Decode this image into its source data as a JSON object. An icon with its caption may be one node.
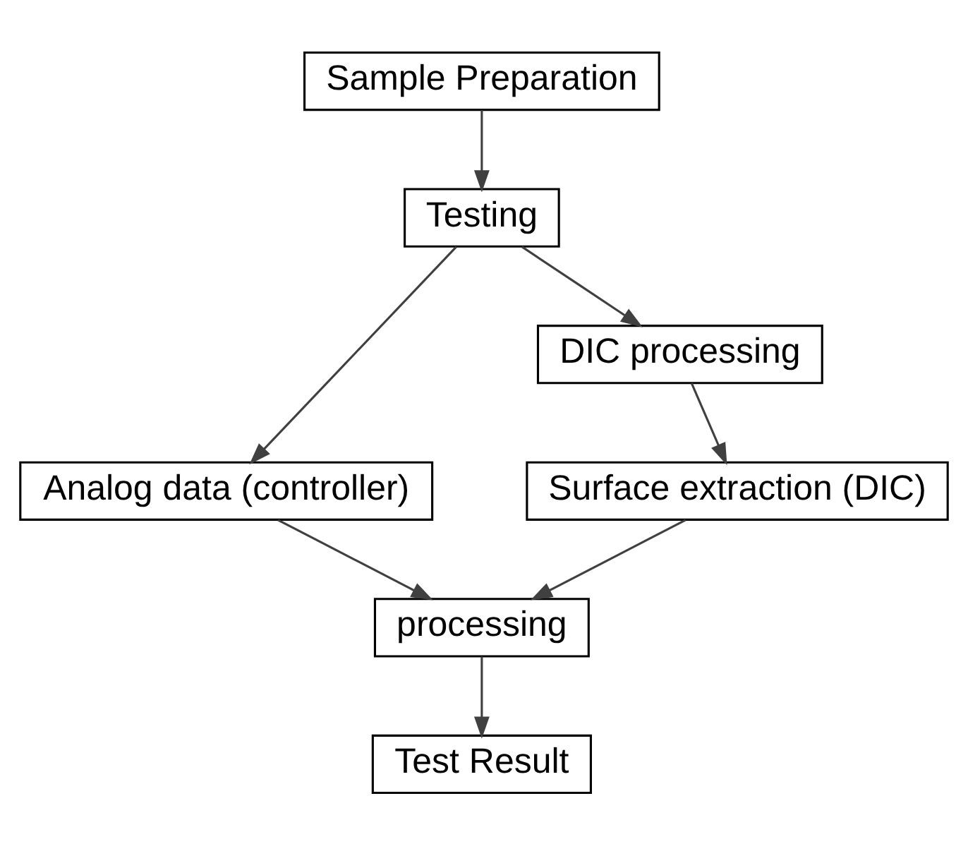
{
  "diagram": {
    "nodes": [
      {
        "text": [
          "Sample Preparation"
        ]
      },
      {
        "text": [
          "Testing"
        ]
      },
      {
        "text": [
          "Analog data (controller)"
        ]
      },
      {
        "text": [
          "DIC processing"
        ]
      },
      {
        "text": [
          "Surface extraction (DIC)"
        ]
      },
      {
        "text": [
          "processing"
        ]
      },
      {
        "text": [
          "Test Result"
        ]
      }
    ],
    "edges": [
      {
        "from": 0,
        "to": 1,
        "arrow": "to"
      },
      {
        "from": 1,
        "to": 2,
        "arrow": "to"
      },
      {
        "from": 1,
        "to": 3,
        "arrow": "to"
      },
      {
        "from": 3,
        "to": 4,
        "arrow": "to"
      },
      {
        "from": 2,
        "to": 5,
        "arrow": "to"
      },
      {
        "from": 4,
        "to": 5,
        "arrow": "to"
      },
      {
        "from": 5,
        "to": 6,
        "arrow": "to"
      }
    ]
  }
}
